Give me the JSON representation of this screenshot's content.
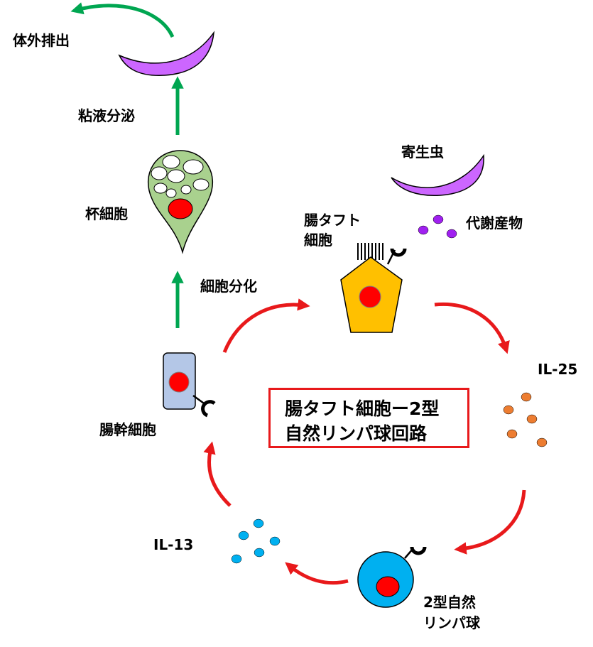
{
  "labels": {
    "excretion": "体外排出",
    "mucus_secretion": "粘液分泌",
    "goblet_cell": "杯細胞",
    "differentiation": "細胞分化",
    "stem_cell": "腸幹細胞",
    "parasite": "寄生虫",
    "tuft_cell_line1": "腸タフト",
    "tuft_cell_line2": "細胞",
    "metabolites": "代謝産物",
    "il25": "IL-25",
    "il13": "IL-13",
    "ilc2_line1": "2型自然",
    "ilc2_line2": "リンパ球"
  },
  "title": {
    "line1": "腸タフト細胞ー2型",
    "line2": "自然リンパ球回路"
  },
  "colors": {
    "green_arrow": "#00a651",
    "red_arrow": "#e8191b",
    "mucus": "#cc66ff",
    "goblet": "#a9d18e",
    "tuft": "#ffc000",
    "stem": "#b4c7e7",
    "ilc2": "#00b0f0",
    "il25_dot": "#ed7d31",
    "il13_dot": "#00b0f0",
    "metabolite_dot": "#a020f0",
    "nucleus": "#ff0000"
  }
}
